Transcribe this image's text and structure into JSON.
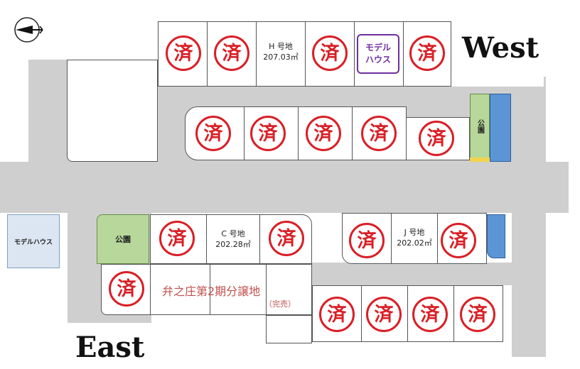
{
  "compass": {
    "icon": "compass-arrow-icon"
  },
  "headings": {
    "west": "West",
    "east": "East"
  },
  "lots": {
    "H": {
      "name": "H 号地",
      "area": "207.03㎡"
    },
    "C": {
      "name": "C 号地",
      "area": "202.28㎡"
    },
    "J": {
      "name": "J 号地",
      "area": "202.02㎡"
    }
  },
  "sold_mark": "済",
  "model_house_top": {
    "line1": "モデル",
    "line2": "ハウス"
  },
  "model_house_left": "モデルハウス",
  "parks": {
    "west": "公園",
    "east": "公園"
  },
  "phase2": {
    "title": "弁之庄第2期分譲地",
    "status": "（完売）"
  },
  "colors": {
    "sold": "#d91f26",
    "model_house": "#7030a0",
    "park": "#b8d79a",
    "water": "#5b95d5",
    "road": "#cfcfcf"
  }
}
